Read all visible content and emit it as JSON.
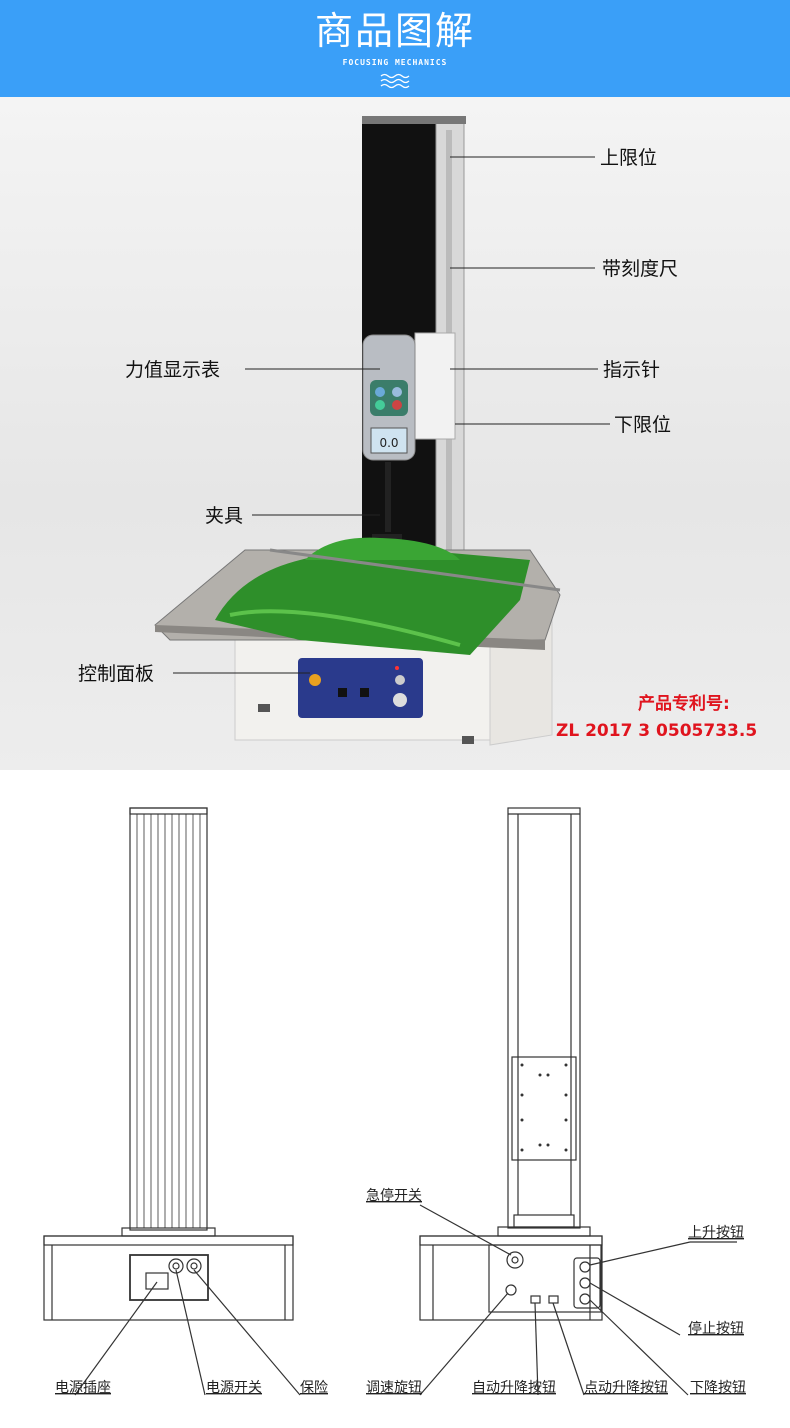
{
  "header": {
    "title": "商品图解",
    "subtitle": "FOCUSING MECHANICS"
  },
  "photo": {
    "labels": {
      "upper_limit": "上限位",
      "scale_ruler": "带刻度尺",
      "force_gauge": "力值显示表",
      "pointer": "指示针",
      "lower_limit": "下限位",
      "clamp": "夹具",
      "control_panel": "控制面板"
    },
    "gauge_reading": "0.0",
    "patent_title": "产品专利号:",
    "patent_number": "ZL 2017 3 0505733.5"
  },
  "rear_view": {
    "labels": {
      "power_socket": "电源插座",
      "power_switch": "电源开关",
      "fuse": "保险"
    }
  },
  "front_view": {
    "labels": {
      "emergency_stop": "急停开关",
      "up_button": "上升按钮",
      "stop_button": "停止按钮",
      "down_button": "下降按钮",
      "speed_knob": "调速旋钮",
      "auto_lift_button": "自动升降按钮",
      "jog_lift_button": "点动升降按钮"
    }
  },
  "colors": {
    "header": "#3a9ff8",
    "patent": "#e0141e"
  }
}
